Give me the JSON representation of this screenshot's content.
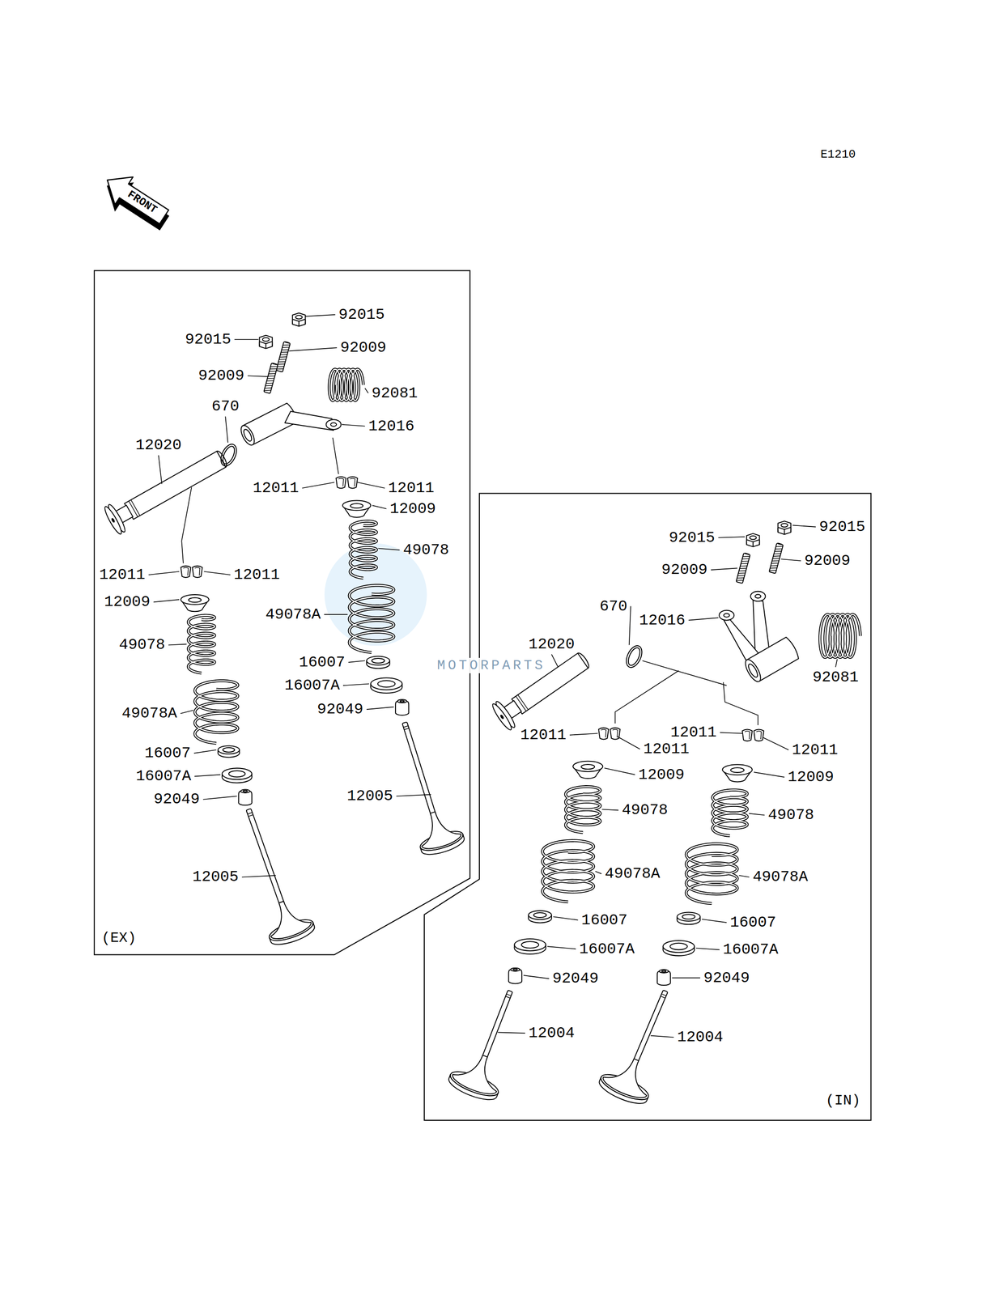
{
  "diagram": {
    "nodes": [
      {
        "text": [
          "(EX)"
        ]
      },
      {
        "text": [
          "(IN)"
        ]
      }
    ],
    "labels": [
      "E1210",
      "FRONT",
      "92015",
      "92015",
      "92009",
      "92009",
      "92081",
      "670",
      "12020",
      "12016",
      "12011",
      "12011",
      "12009",
      "49078",
      "12011",
      "12011",
      "12009",
      "49078",
      "49078A",
      "16007",
      "16007A",
      "92049",
      "49078A",
      "16007",
      "16007A",
      "92049",
      "12005",
      "12005",
      "92015",
      "92015",
      "92009",
      "92009",
      "670",
      "12016",
      "12020",
      "92081",
      "12011",
      "12011",
      "12011",
      "12011",
      "12009",
      "12009",
      "49078",
      "49078",
      "49078A",
      "49078A",
      "16007",
      "16007",
      "16007A",
      "16007A",
      "92049",
      "92049",
      "12004",
      "12004",
      "MOTORPARTS"
    ]
  }
}
